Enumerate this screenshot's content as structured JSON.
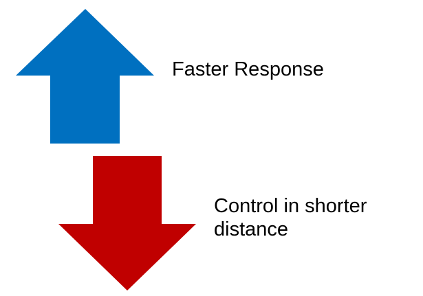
{
  "arrows": {
    "up": {
      "icon": "up-arrow-icon",
      "color": "#0070C0",
      "label": "Faster Response"
    },
    "down": {
      "icon": "down-arrow-icon",
      "color": "#C00000",
      "label_lines": [
        "Control in shorter",
        "distance"
      ]
    }
  }
}
